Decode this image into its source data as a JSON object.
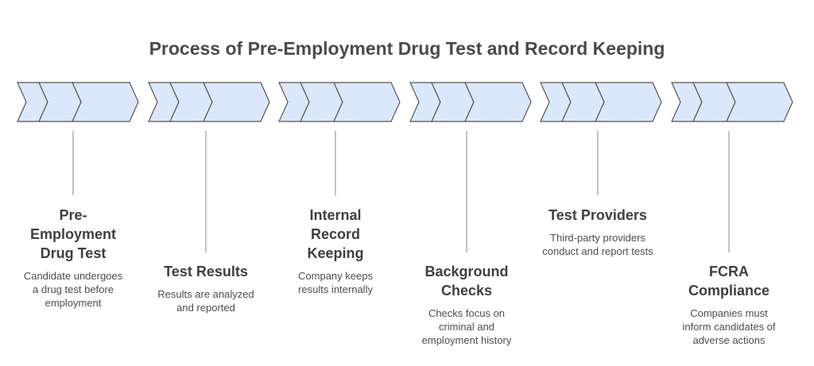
{
  "title": "Process of Pre-Employment Drug Test and Record Keeping",
  "colors": {
    "chevron_fill": "#dbe7fb",
    "chevron_stroke": "#555555",
    "connector": "#9a9a9a",
    "heading": "#3f3f3f",
    "description": "#4d4d4d"
  },
  "steps": [
    {
      "heading": "Pre-Employment Drug Test",
      "description": "Candidate undergoes a drug test before employment"
    },
    {
      "heading": "Test Results",
      "description": "Results are analyzed and reported"
    },
    {
      "heading": "Internal Record Keeping",
      "description": "Company keeps results internally"
    },
    {
      "heading": "Background Checks",
      "description": "Checks focus on criminal and employment history"
    },
    {
      "heading": "Test Providers",
      "description": "Third-party providers conduct and report tests"
    },
    {
      "heading": "FCRA Compliance",
      "description": "Companies must inform candidates of adverse actions"
    }
  ]
}
